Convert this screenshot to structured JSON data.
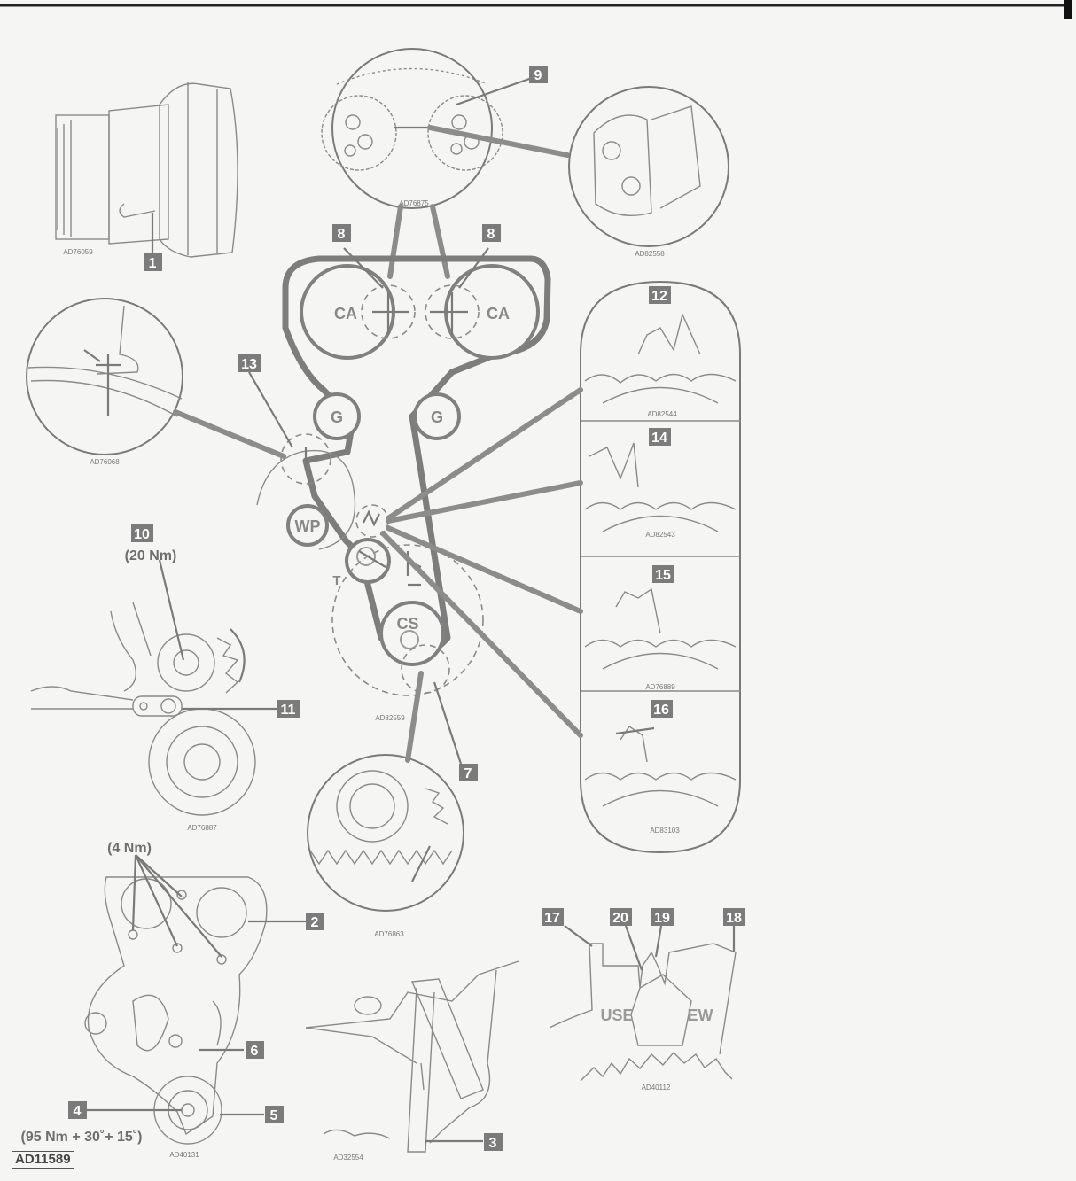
{
  "figure_ref": "AD11589",
  "callouts": {
    "c1": "1",
    "c2": "2",
    "c3": "3",
    "c4": "4",
    "c5": "5",
    "c6": "6",
    "c7": "7",
    "c8a": "8",
    "c8b": "8",
    "c9": "9",
    "c10": "10",
    "c11": "11",
    "c12": "12",
    "c13": "13",
    "c14": "14",
    "c15": "15",
    "c16": "16",
    "c17": "17",
    "c18": "18",
    "c19": "19",
    "c20": "20"
  },
  "pulleys": {
    "ca_left": "CA",
    "ca_right": "CA",
    "g_left": "G",
    "g_right": "G",
    "wp": "WP",
    "t": "T",
    "cs": "CS"
  },
  "torques": {
    "t10": "(20 Nm)",
    "t2": "(4 Nm)",
    "t4": "(95 Nm + 30˚+ 15˚)"
  },
  "indicator_words": {
    "used": "USE",
    "new": "EW"
  },
  "image_codes": {
    "i1": "AD76059",
    "i2": "AD76875",
    "i3": "AD82558",
    "i4": "AD76068",
    "i5": "AD82544",
    "i6": "AD82543",
    "i7": "AD76889",
    "i8": "AD83103",
    "i9": "AD82559",
    "i10": "AD76887",
    "i11": "AD76863",
    "i12": "AD40131",
    "i13": "AD32554",
    "i14": "AD40112"
  }
}
